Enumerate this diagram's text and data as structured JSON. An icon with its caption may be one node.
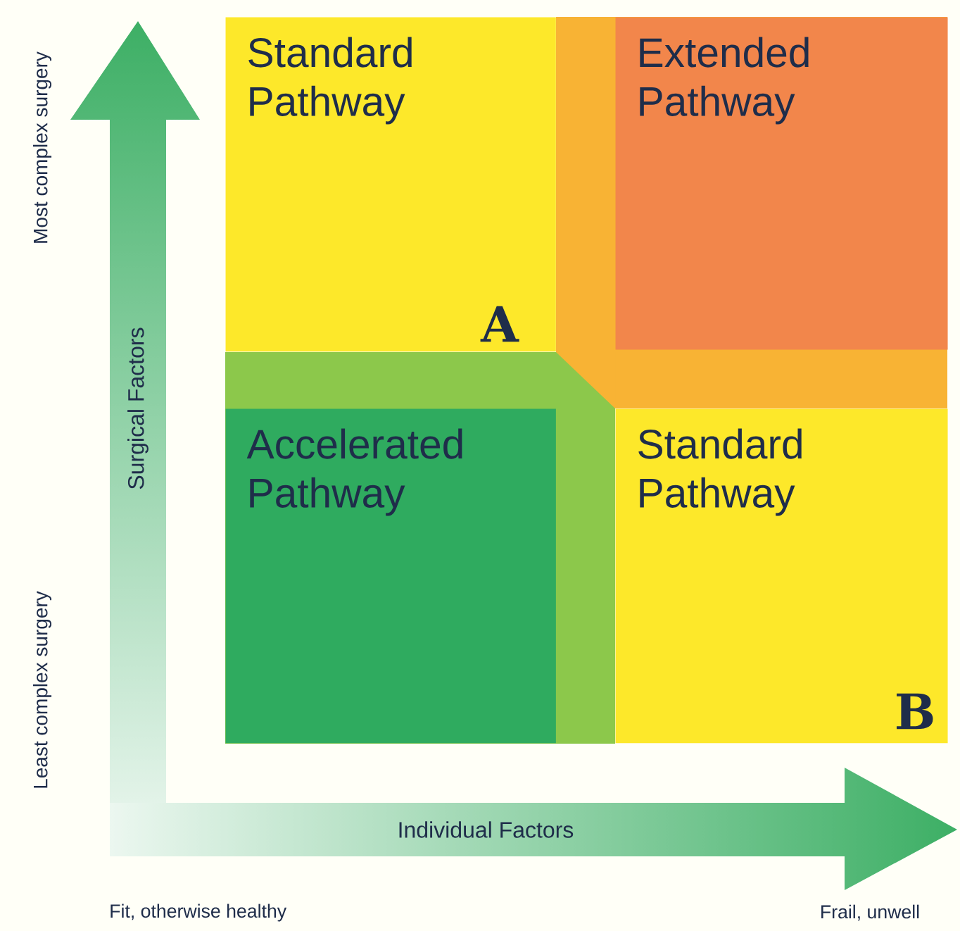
{
  "diagram": {
    "nodes": [
      {
        "text": [
          "Standard Pathway"
        ]
      },
      {
        "text": [
          "Extended Pathway"
        ]
      },
      {
        "text": [
          "Accelerated Pathway"
        ]
      },
      {
        "text": [
          "Standard Pathway"
        ]
      },
      {
        "text": [
          "Surgical Factors"
        ]
      },
      {
        "text": [
          "Individual Factors"
        ]
      }
    ],
    "labels": [
      "Most complex surgery",
      "Least complex surgery",
      "A",
      "B",
      "Fit, otherwise healthy",
      "Frail, unwell"
    ]
  }
}
